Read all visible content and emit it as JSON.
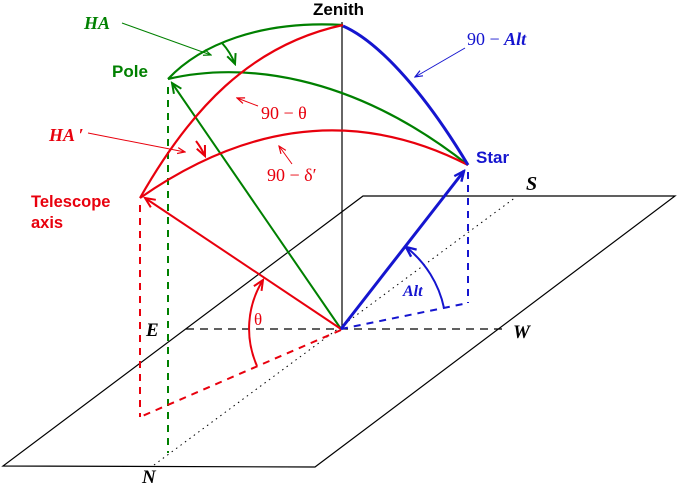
{
  "colors": {
    "background": "#ffffff",
    "black": "#000000",
    "green": "#008000",
    "red": "#e8000d",
    "blue": "#1515cf"
  },
  "labels": {
    "zenith": "Zenith",
    "pole": "Pole",
    "star": "Star",
    "telescope_axis": {
      "line1": "Telescope",
      "line2": "axis"
    }
  },
  "angle_labels": {
    "hour_angle": "HA",
    "hour_angle_prime": "HA ′",
    "co_latitude": "90 − θ",
    "co_declination_prime": "90 − δ′",
    "co_altitude_prefix": "90 − ",
    "co_altitude_word": "Alt",
    "latitude_theta": "θ",
    "altitude": "Alt"
  },
  "compass": {
    "north": "N",
    "south": "S",
    "east": "E",
    "west": "W"
  }
}
